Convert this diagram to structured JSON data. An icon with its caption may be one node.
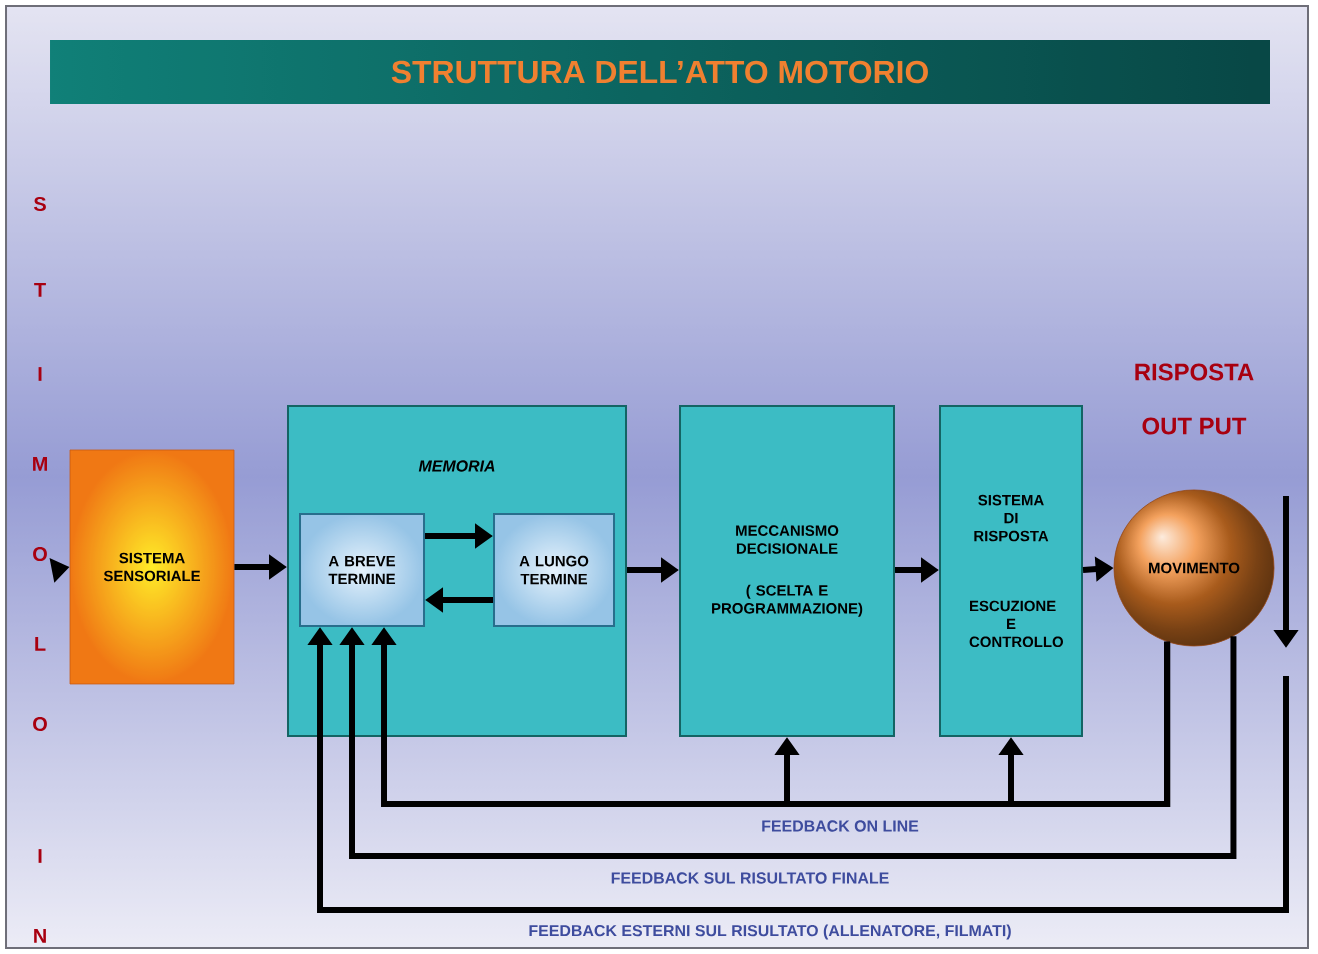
{
  "diagram": {
    "title": "STRUTTURA DELL’ATTO MOTORIO",
    "nodes": [
      {
        "text": [
          "SISTEMA SENSORIALE"
        ]
      },
      {
        "text": [
          "MEMORIA"
        ]
      },
      {
        "text": [
          "A BREVE TERMINE"
        ],
        "in": 1
      },
      {
        "text": [
          "A LUNGO TERMINE"
        ],
        "in": 1
      },
      {
        "text": [
          "MECCANISMO DECISIONALE",
          "( SCELTA E PROGRAMMAZIONE)"
        ]
      },
      {
        "text": [
          "SISTEMA DI RISPOSTA",
          "ESCUZIONE E CONTROLLO"
        ]
      },
      {
        "text": [
          "MOVIMENTO"
        ]
      }
    ],
    "edges": [
      {
        "from": null,
        "to": 0,
        "arrow": "to"
      },
      {
        "from": 0,
        "to": 1,
        "arrow": "to"
      },
      {
        "from": 2,
        "to": 3,
        "arrow": "to"
      },
      {
        "from": 3,
        "to": 2,
        "arrow": "to"
      },
      {
        "from": 1,
        "to": 4,
        "arrow": "to"
      },
      {
        "from": 4,
        "to": 5,
        "arrow": "to"
      },
      {
        "from": 5,
        "to": 6,
        "arrow": "to"
      },
      {
        "from": 6,
        "to": 2,
        "arrow": "to",
        "label": "FEEDBACK ON LINE"
      },
      {
        "from": 6,
        "to": 4,
        "arrow": "to"
      },
      {
        "from": 6,
        "to": 5,
        "arrow": "to"
      },
      {
        "from": 6,
        "to": 2,
        "arrow": "to",
        "label": "FEEDBACK SUL RISULTATO FINALE"
      },
      {
        "from": null,
        "to": 2,
        "arrow": "to",
        "label": "FEEDBACK ESTERNI SUL RISULTATO (ALLENATORE, FILMATI)"
      }
    ],
    "labels": [
      "S",
      "T",
      "I",
      "M",
      "O",
      "L",
      "O",
      "I",
      "N",
      "RISPOSTA",
      "OUT PUT"
    ]
  }
}
